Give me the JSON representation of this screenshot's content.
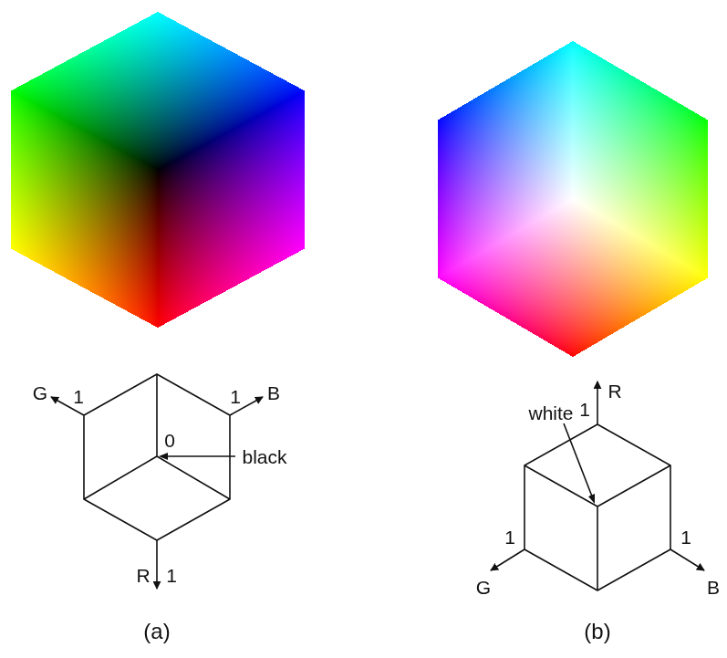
{
  "diagram": {
    "labels": [
      "G",
      "1",
      "1",
      "B",
      "0",
      "black",
      "R",
      "1",
      "(a)",
      "white",
      "R",
      "1",
      "1",
      "1",
      "G",
      "B",
      "(b)"
    ]
  }
}
